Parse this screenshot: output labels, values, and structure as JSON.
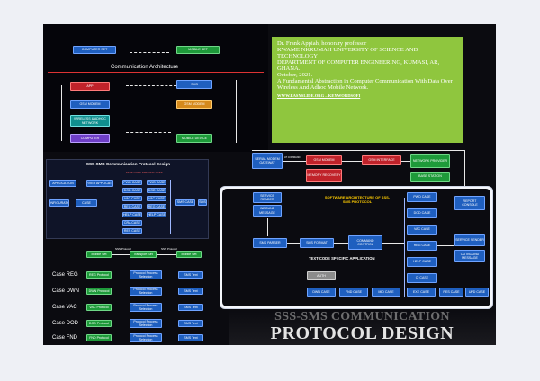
{
  "architecture": {
    "top": {
      "computer_set": "COMPUTER SET",
      "mobile_set": "MOBILE SET"
    },
    "title": "Communication Architecture",
    "left_stack": [
      "APP",
      "GSM MODEM",
      "WIRELESS & ADHOC NETWORK",
      "COMPUTER"
    ],
    "right_stack": [
      "SMS",
      "GSM MODEM",
      "MOBILE DEVICE"
    ]
  },
  "info": {
    "lines": [
      "Dr. Frank Appiah, honorary professor",
      "KWAME NKRUMAH UNIVERSITY OF SCIENCE AND TECHNOLOGY",
      "DEPARTMENT OF COMPUTER ENGINEERING, KUMASI, AR, GHANA.",
      "October, 2021.",
      "A Fundamental Abstraction in Computer Communication With Data Over Wireless And Adhoc Mobile Network."
    ],
    "link": "WWW.EASYSLIDE.ORG – KEYWORDSQFI"
  },
  "protocol_panel": {
    "title": "SSS-SMS Communication Protocol Design",
    "subtitle": "TEXT-CODE SPECIFIC CASE",
    "left": [
      "APPLICATION",
      "SERVER APPLICATION",
      "CONFIGURATION",
      "CASE"
    ],
    "cases": [
      "PWD CASE",
      "DOD CASE",
      "VAC CASE",
      "REG CASE",
      "HELP CASE",
      "CRA CASE",
      "RES CASE"
    ],
    "right": [
      "SMS CASE",
      "SMS"
    ]
  },
  "cases_section": {
    "top_row": [
      "Mobile Set",
      "Transport Set",
      "Mobile Set"
    ],
    "top_row_notes": [
      "SSS Protocol",
      "SSS Protocol"
    ],
    "rows": [
      {
        "label": "Case REG",
        "proto": "REG Protocol",
        "select": "Protocol Process Selection",
        "text": "SMS Text"
      },
      {
        "label": "Case DWN",
        "proto": "DWN Protocol",
        "select": "Protocol Process Selection",
        "text": "SMS Text"
      },
      {
        "label": "Case VAC",
        "proto": "VAC Protocol",
        "select": "Protocol Process Selection",
        "text": "SMS Text"
      },
      {
        "label": "Case DOD",
        "proto": "DOD Protocol",
        "select": "Protocol Process Selection",
        "text": "SMS Text"
      },
      {
        "label": "Case FND",
        "proto": "FND Protocol",
        "select": "Protocol Process Selection",
        "text": "SMS Text"
      }
    ]
  },
  "gateway_row": {
    "gateway": "SERIAL MODEM GATEWAY",
    "gsm_modem": "GSM MODEM",
    "memory": "MEMORY RECOVERY",
    "gsm_interface": "GSM INTERFACE",
    "network_provider": "NETWORK PROVIDER",
    "base_station": "BASE STATION",
    "link_note": "AT COMMAND"
  },
  "software": {
    "title": "SOFTWARE ARCHITECTURE OF SSS-SMS PROTOCOL",
    "service_reader": "SERVICE READER",
    "inbound": "INBOUND MESSAGE",
    "sms_parser": "SMS PARSER",
    "sms_format": "SMS FORMAT",
    "command_control": "COMMAND CONTROL",
    "text_code_label": "TEXT-CODE SPECIFIC APPLICATION",
    "auth": "AUTH",
    "cases_right": [
      "PWD CASE",
      "DOD CASE",
      "VAC CASE",
      "REG CASE",
      "HELP CASE",
      "CI CASE"
    ],
    "bottom_cases": [
      "DWN CASE",
      "FND CASE",
      "MID CASE",
      "EXE CASE",
      "RES CASE",
      "UPD CASE"
    ],
    "report": "REPORT CONSOLE",
    "sender": "SERVICE SENDER",
    "outbound": "OUTBOUND MESSAGE"
  },
  "banner": {
    "line1": "SSS-SMS COMMUNICATION",
    "line2": "PROTOCOL DESIGN"
  }
}
